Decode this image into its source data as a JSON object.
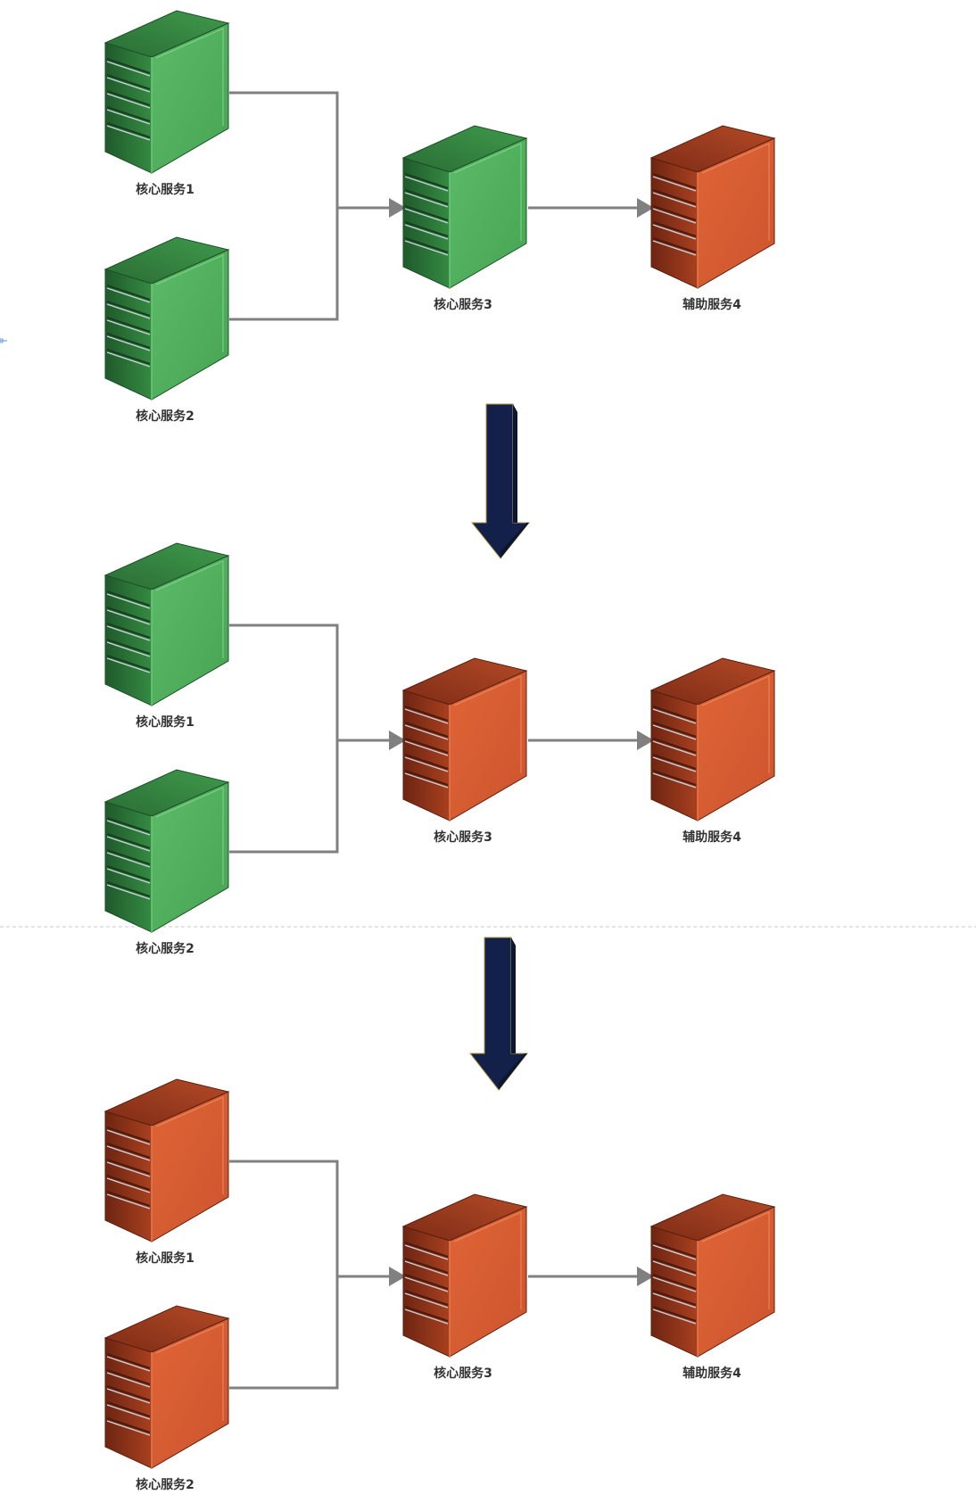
{
  "colors": {
    "healthy": "#4caf5b",
    "failed": "#d35a30",
    "transition_arrow": "#13214a",
    "connector": "#808080"
  },
  "stages": [
    {
      "servers": [
        {
          "label": "核心服务1",
          "status": "healthy"
        },
        {
          "label": "核心服务2",
          "status": "healthy"
        },
        {
          "label": "核心服务3",
          "status": "healthy"
        },
        {
          "label": "辅助服务4",
          "status": "failed"
        }
      ]
    },
    {
      "servers": [
        {
          "label": "核心服务1",
          "status": "healthy"
        },
        {
          "label": "核心服务2",
          "status": "healthy"
        },
        {
          "label": "核心服务3",
          "status": "failed"
        },
        {
          "label": "辅助服务4",
          "status": "failed"
        }
      ]
    },
    {
      "servers": [
        {
          "label": "核心服务1",
          "status": "failed"
        },
        {
          "label": "核心服务2",
          "status": "failed"
        },
        {
          "label": "核心服务3",
          "status": "failed"
        },
        {
          "label": "辅助服务4",
          "status": "failed"
        }
      ]
    }
  ]
}
